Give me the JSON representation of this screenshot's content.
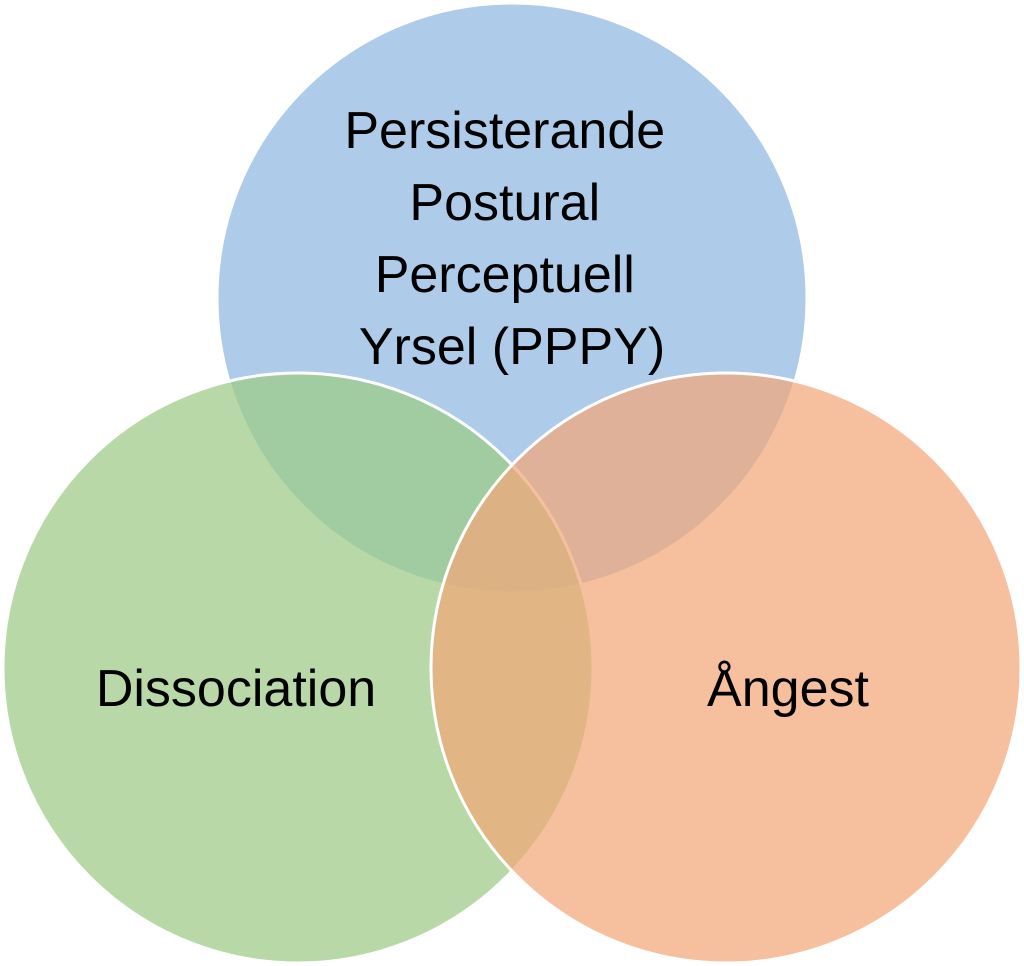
{
  "diagram": {
    "type": "venn",
    "sets": [
      {
        "id": "pppy",
        "label_lines": [
          "Persisterande",
          "Postural",
          "Perceptuell",
          "Yrsel (PPPY)"
        ],
        "color": "#8fb8e1"
      },
      {
        "id": "dissociation",
        "label_lines": [
          "Dissociation"
        ],
        "color": "#9ccb85"
      },
      {
        "id": "angest",
        "label_lines": [
          "Ångest"
        ],
        "color": "#f3a678"
      }
    ]
  }
}
